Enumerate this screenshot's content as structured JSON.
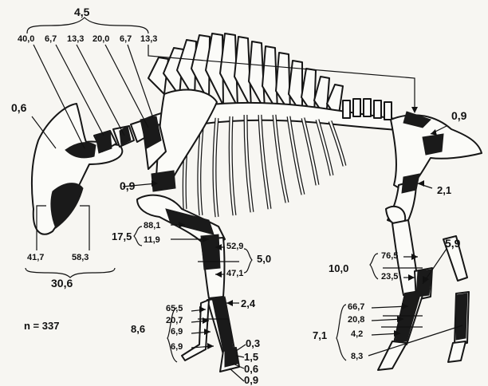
{
  "skull": {
    "group_total": "4,5",
    "values": [
      "40,0",
      "6,7",
      "13,3",
      "20,0",
      "6,7",
      "13,3"
    ],
    "nasal": "0,6",
    "jaw_left": "41,7",
    "jaw_right": "58,3",
    "jaw_total": "30,6"
  },
  "trunk": {
    "scapula": "0,9",
    "pelvis": "0,9",
    "femur": "2,1"
  },
  "forelimb": {
    "humerus_total": "17,5",
    "humerus_parts": [
      "88,1",
      "11,9"
    ],
    "radius_total": "5,0",
    "radius_parts": [
      "52,9",
      "47,1"
    ],
    "carpal": "2,4",
    "metacarpal_total": "8,6",
    "metacarpal_parts": [
      "65,5",
      "20,7",
      "6,9",
      "6,9"
    ],
    "phalanges": [
      "0,3",
      "1,5",
      "0,6",
      "0,9"
    ]
  },
  "hindlimb": {
    "tibia_total": "10,0",
    "tibia_parts": [
      "76,5",
      "23,5"
    ],
    "calcaneus": "5,9",
    "metatarsal_total": "7,1",
    "metatarsal_parts": [
      "66,7",
      "20,8",
      "4,2"
    ],
    "phalanx": "8,3"
  },
  "sample": "n = 337"
}
